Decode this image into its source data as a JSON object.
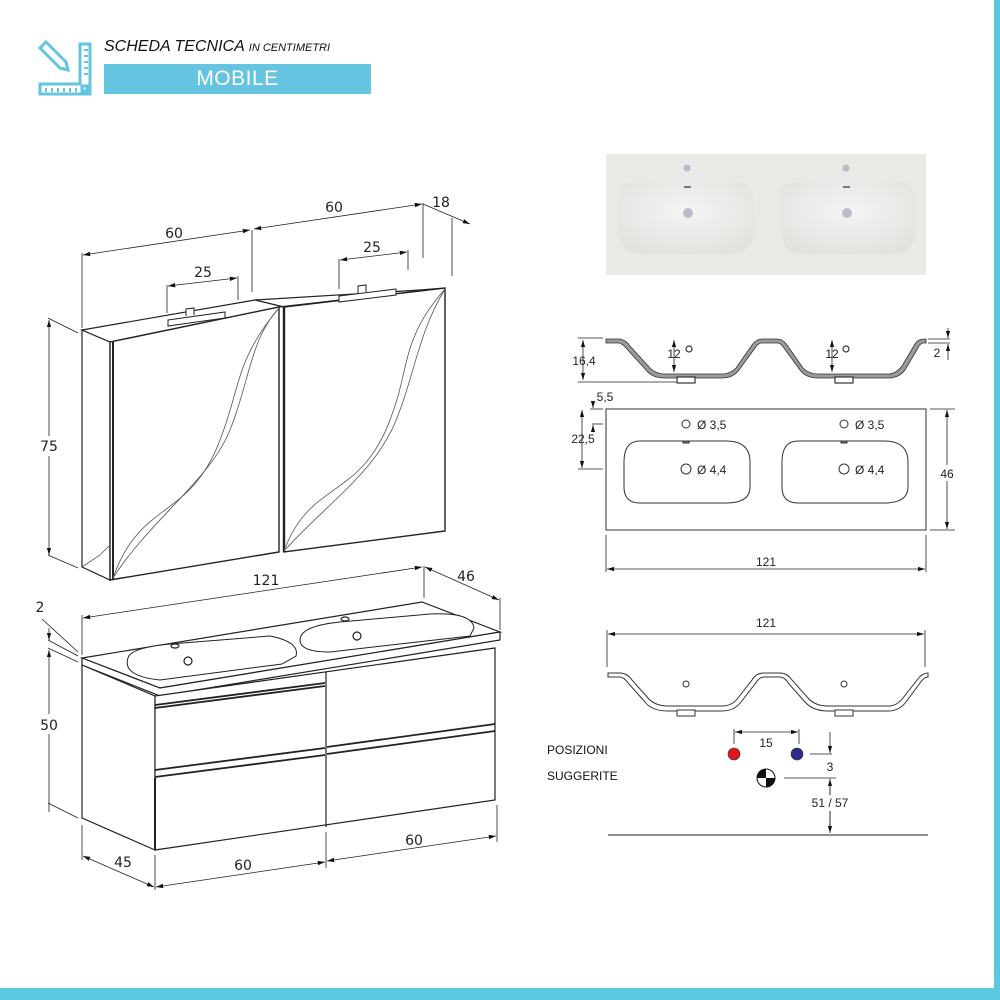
{
  "header": {
    "title": "SCHEDA TECNICA",
    "subtitle": "IN CENTIMETRI",
    "banner": "MOBILE",
    "icon": "ruler-pencil-icon"
  },
  "colors": {
    "accent": "#5BC8DF",
    "banner": "#65C4E0",
    "line": "#222222",
    "hot_water": "#E0141E",
    "cold_water": "#2B2A8C",
    "sink_render": "#E9EAE6"
  },
  "mirror_cabinet": {
    "width_left": "60",
    "width_right": "60",
    "depth": "18",
    "lamp_width_left": "25",
    "lamp_width_right": "25",
    "height": "75"
  },
  "base_unit": {
    "top_width": "121",
    "top_depth": "46",
    "top_thickness": "2",
    "height": "50",
    "depth": "45",
    "width_left": "60",
    "width_right": "60"
  },
  "sink_section": {
    "height": "16,4",
    "bowl_slope_left": "12",
    "bowl_slope_right": "12",
    "rim_thickness": "2"
  },
  "sink_plan": {
    "tap_offset": "5,5",
    "drain_offset": "22,5",
    "tap_hole_left": "Ø 3,5",
    "tap_hole_right": "Ø 3,5",
    "drain_hole_left": "Ø 4,4",
    "drain_hole_right": "Ø 4,4",
    "depth": "46",
    "width": "121"
  },
  "sink_front": {
    "width": "121"
  },
  "suggested_positions": {
    "label_line1": "POSIZIONI",
    "label_line2": "SUGGERITE",
    "spacing": "15",
    "vertical_offset": "3",
    "height_from_floor": "51 / 57"
  }
}
